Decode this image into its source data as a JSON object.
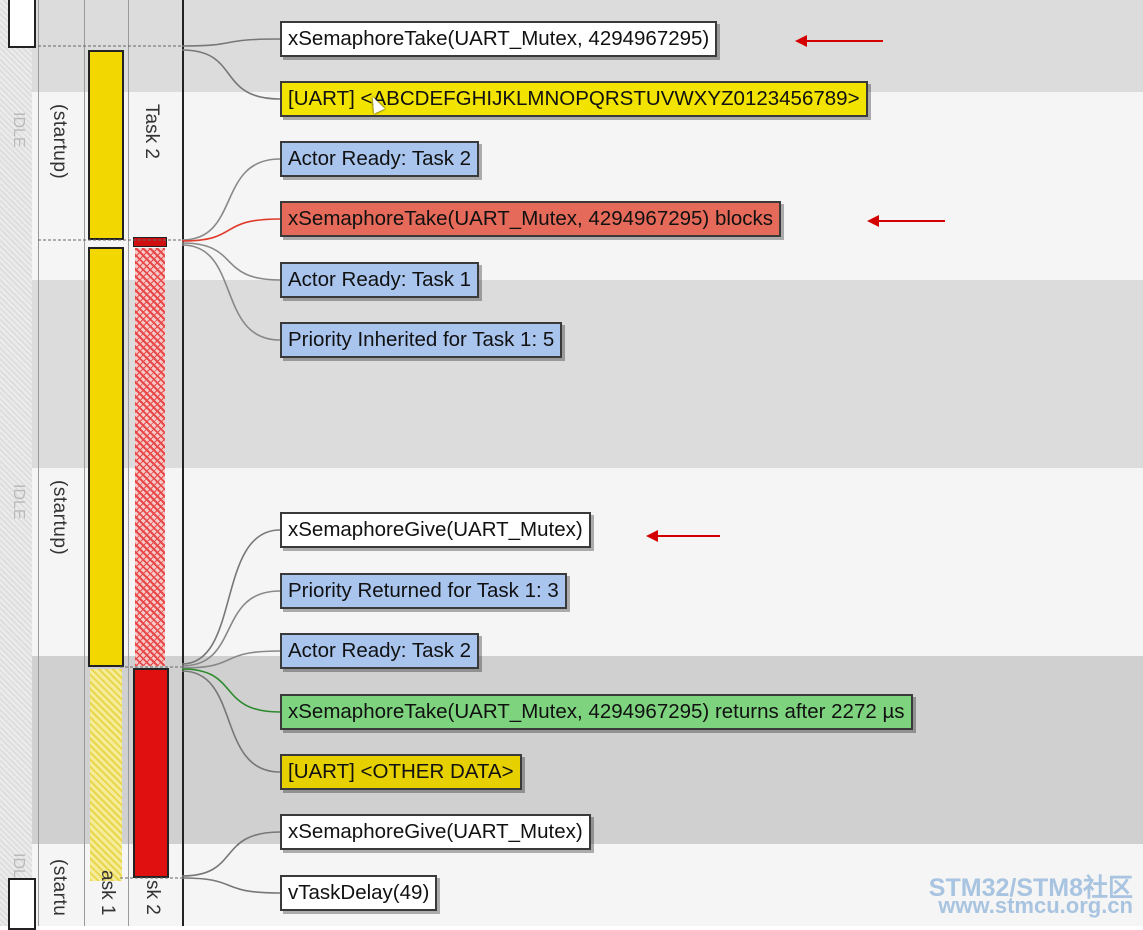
{
  "colors": {
    "accent_arrow": "#d40000",
    "task_yellow": "#f2d800",
    "task_red": "#e01010",
    "event_white": "#ffffff",
    "event_yellow": "#f2e400",
    "event_blue": "#a9c5ee",
    "event_red": "#e56a5a",
    "event_green": "#7ed37e"
  },
  "lanes": {
    "idle_label": "IDLE",
    "startup_label": "(startup)",
    "startup_label_cut": "(startu",
    "task2_label": "Task 2",
    "task1_label_cut": "ask 1",
    "task2_label_cut": "sk 2"
  },
  "events": [
    {
      "text": "xSemaphoreTake(UART_Mutex, 4294967295)",
      "style": "white",
      "highlighted": true
    },
    {
      "text": "[UART]  <ABCDEFGHIJKLMNOPQRSTUVWXYZ0123456789>",
      "style": "yellow",
      "highlighted": false
    },
    {
      "text": "Actor Ready: Task 2",
      "style": "blue",
      "highlighted": false
    },
    {
      "text": "xSemaphoreTake(UART_Mutex, 4294967295) blocks",
      "style": "red",
      "highlighted": true
    },
    {
      "text": "Actor Ready: Task 1",
      "style": "blue",
      "highlighted": false
    },
    {
      "text": "Priority Inherited for Task 1: 5",
      "style": "blue",
      "highlighted": false
    },
    {
      "text": "xSemaphoreGive(UART_Mutex)",
      "style": "white",
      "highlighted": true
    },
    {
      "text": "Priority Returned for Task 1: 3",
      "style": "blue",
      "highlighted": false
    },
    {
      "text": "Actor Ready: Task 2",
      "style": "blue",
      "highlighted": false
    },
    {
      "text": "xSemaphoreTake(UART_Mutex, 4294967295) returns after 2272 µs",
      "style": "green",
      "highlighted": false
    },
    {
      "text": "[UART] <OTHER DATA>",
      "style": "olive",
      "highlighted": false
    },
    {
      "text": "xSemaphoreGive(UART_Mutex)",
      "style": "white",
      "highlighted": false
    },
    {
      "text": "vTaskDelay(49)",
      "style": "white",
      "highlighted": false
    }
  ],
  "watermark": {
    "line1": "STM32/STM8社区",
    "line2": "www.stmcu.org.cn"
  }
}
